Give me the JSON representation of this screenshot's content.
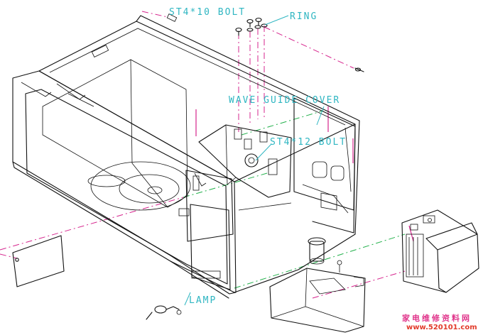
{
  "labels": {
    "bolt_st4_10": "ST4*10 BOLT",
    "ring": "RING",
    "wave_guide_cover": "WAVE GUIDE COVER",
    "bolt_st4_12": "ST4*12 BOLT",
    "lamp": "LAMP"
  },
  "watermark": {
    "chinese": "家电维修资料网",
    "url": "www.520101.com"
  },
  "colors": {
    "label": "#2fb6c2",
    "center_line_pink": "#d6248d",
    "center_line_green": "#21b04a",
    "line": "#111111",
    "watermark_chinese": "#e0338a",
    "watermark_url": "#e23a2a"
  }
}
